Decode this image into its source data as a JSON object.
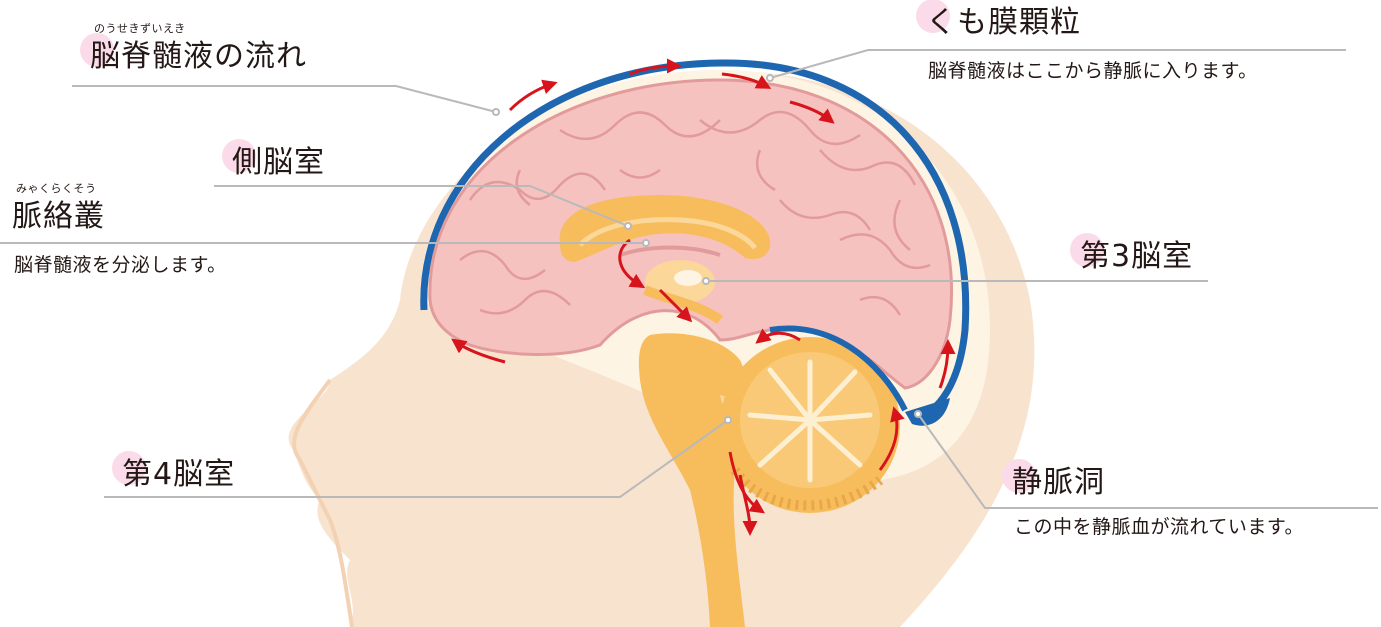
{
  "labels": {
    "csf_flow": {
      "title": "脳脊髄液の流れ",
      "ruby": "のうせきずいえき"
    },
    "arachnoid": {
      "title": "くも膜顆粒",
      "desc": "脳脊髄液はここから静脈に入ります。"
    },
    "lateral_ventricle": {
      "title": "側脳室"
    },
    "choroid_plexus": {
      "title": "脈絡叢",
      "ruby": "みゃくらくそう",
      "desc": "脳脊髄液を分泌します。"
    },
    "third_ventricle": {
      "title": "第3脳室"
    },
    "fourth_ventricle": {
      "title": "第4脳室"
    },
    "venous_sinus": {
      "title": "静脈洞",
      "desc": "この中を静脈血が流れています。"
    }
  },
  "colors": {
    "skin": "#f8e3cf",
    "skin_dark": "#f3d2b4",
    "skull_inner": "#fdf4e3",
    "brain": "#f6c2c0",
    "gyri": "#e29b9b",
    "ventricle": "#f7bd5d",
    "ventricle_light": "#fbd79a",
    "sinus": "#1f66b0",
    "arrow": "#d7141c",
    "pointer": "#b9b9b9",
    "label_dot": "#fbdbe9"
  }
}
